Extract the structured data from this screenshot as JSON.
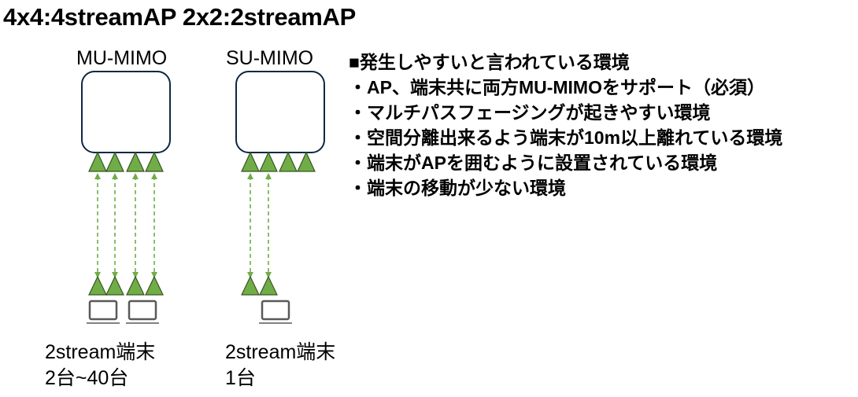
{
  "title": "4x4:4streamAP 2x2:2streamAP",
  "diagrams": [
    {
      "id": "mu-mimo",
      "label": "MU-MIMO",
      "ap_antennas": 4,
      "active_streams": 4,
      "client_antennas": 4,
      "clients": 2,
      "caption_line1": "2stream端末",
      "caption_line2": "2台~40台"
    },
    {
      "id": "su-mimo",
      "label": "SU-MIMO",
      "ap_antennas": 4,
      "active_streams": 2,
      "client_antennas": 2,
      "clients": 1,
      "caption_line1": "2stream端末",
      "caption_line2": "1台"
    }
  ],
  "notes": {
    "heading": "■発生しやすいと言われている環境",
    "items": [
      "・AP、端末共に両方MU-MIMOをサポート（必須）",
      "・マルチパスフェージングが起きやすい環境",
      "・空間分離出来るよう端末が10m以上離れている環境",
      "・端末がAPを囲むように設置されている環境",
      "・端末の移動が少ない環境"
    ]
  },
  "colors": {
    "ap_border": "#0e2841",
    "antenna_fill": "#70ad47",
    "antenna_stroke": "#375623",
    "link": "#70ad47",
    "laptop": "#595959"
  },
  "icons": {
    "ap": "access-point-box",
    "antenna": "antenna-triangle-icon",
    "client": "laptop-icon",
    "link": "dashed-double-arrow"
  }
}
